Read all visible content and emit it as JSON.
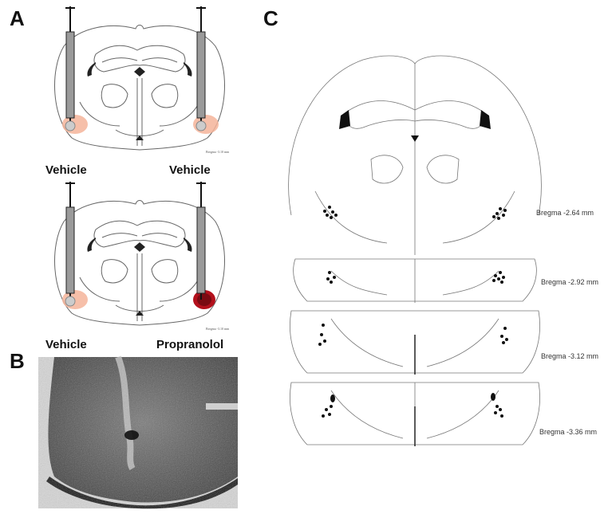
{
  "figure": {
    "panels": {
      "a": {
        "letter": "A"
      },
      "b": {
        "letter": "B"
      },
      "c": {
        "letter": "C"
      }
    },
    "panel_a": {
      "diagram_top": {
        "left_label": "Vehicle",
        "right_label": "Vehicle",
        "small_caption": "Bregma -3.10 mm"
      },
      "diagram_bottom": {
        "left_label": "Vehicle",
        "right_label": "Propranolol",
        "small_caption": "Bregma -3.10 mm"
      }
    },
    "panel_c": {
      "sections": [
        {
          "bregma_label": "Bregma -2.64 mm"
        },
        {
          "bregma_label": "Bregma -2.92 mm"
        },
        {
          "bregma_label": "Bregma -3.12 mm"
        },
        {
          "bregma_label": "Bregma -3.36 mm"
        }
      ]
    },
    "colors": {
      "vehicle_infusion": "#f4b49a",
      "propranolol_infusion": "#b3101c",
      "cannula": "#9a9a9a",
      "outline": "#555555"
    }
  }
}
